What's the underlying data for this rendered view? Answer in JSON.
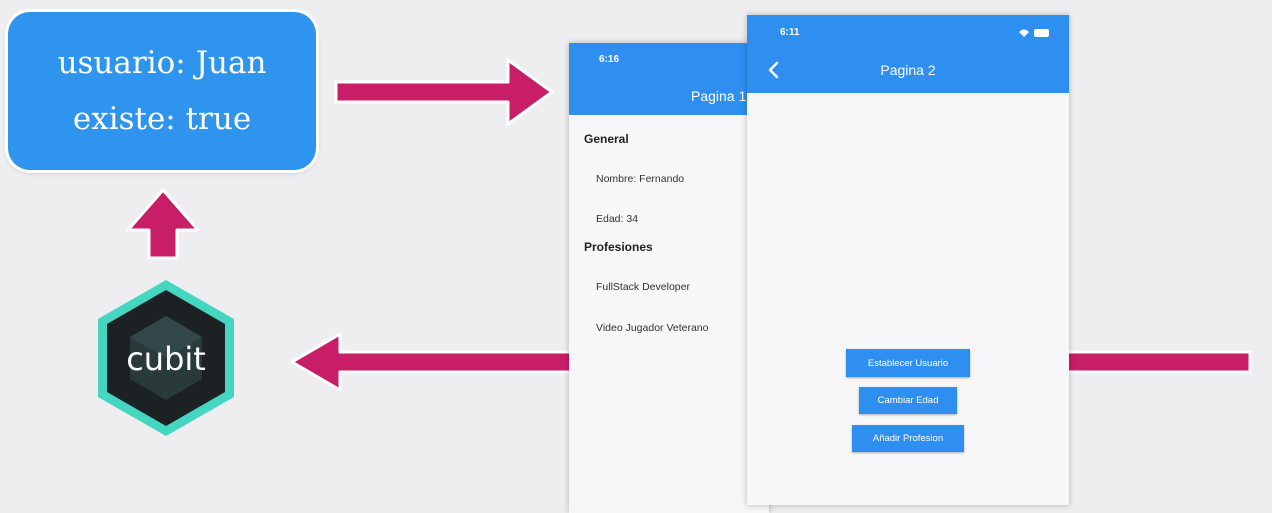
{
  "state_box": {
    "line1": "usuario: Juan",
    "line2": "existe: true"
  },
  "cubit": {
    "label": "cubit"
  },
  "phone1": {
    "time": "6:16",
    "title": "Pagina 1",
    "sections": [
      {
        "title": "General",
        "items": [
          "Nombre: Fernando",
          "Edad: 34"
        ]
      },
      {
        "title": "Profesiones",
        "items": [
          "FullStack Developer",
          "Video Jugador Veterano"
        ]
      }
    ]
  },
  "phone2": {
    "time": "6:11",
    "title": "Pagina 2",
    "buttons": {
      "set_user": "Establecer Usuario",
      "change_age": "Cambiar Edad",
      "add_profession": "Añadir Profesion"
    }
  },
  "colors": {
    "arrow": "#c81e67",
    "app_blue": "#2f8ff0",
    "state_blue": "#2f94ee",
    "cubit_teal": "#45d6c1",
    "cubit_dark": "#1c2223"
  }
}
